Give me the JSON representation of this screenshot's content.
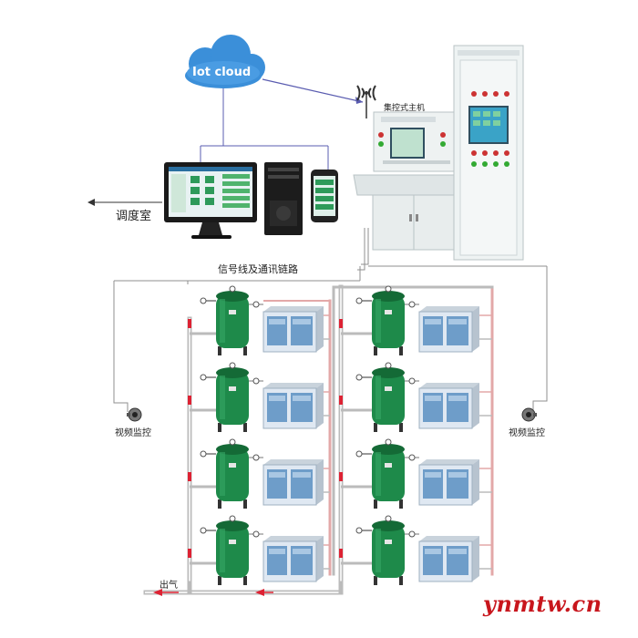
{
  "cloud": {
    "label": "Iot cloud",
    "color": "#3b8fd9"
  },
  "dispatch_room": {
    "label": "调度室"
  },
  "signal_link": {
    "label": "信号线及通讯链路"
  },
  "controller": {
    "label": "集控式主机"
  },
  "video_left": {
    "label": "视频监控"
  },
  "video_right": {
    "label": "视频监控"
  },
  "outlet": {
    "label": "出气"
  },
  "watermark": {
    "text": "ynmtw.cn",
    "color": "#c8161d"
  },
  "colors": {
    "tank": "#1e8a4a",
    "tank_dark": "#146a36",
    "compressor_body": "#dfe8f2",
    "compressor_window": "#6e9dc9",
    "pipe_air": "#e3a8a8",
    "pipe_signal": "#9a9a9a",
    "cabinet": "#e9eef0",
    "cabinet_screen": "#3aa3c7",
    "cloud_link": "#5a5cb0"
  }
}
